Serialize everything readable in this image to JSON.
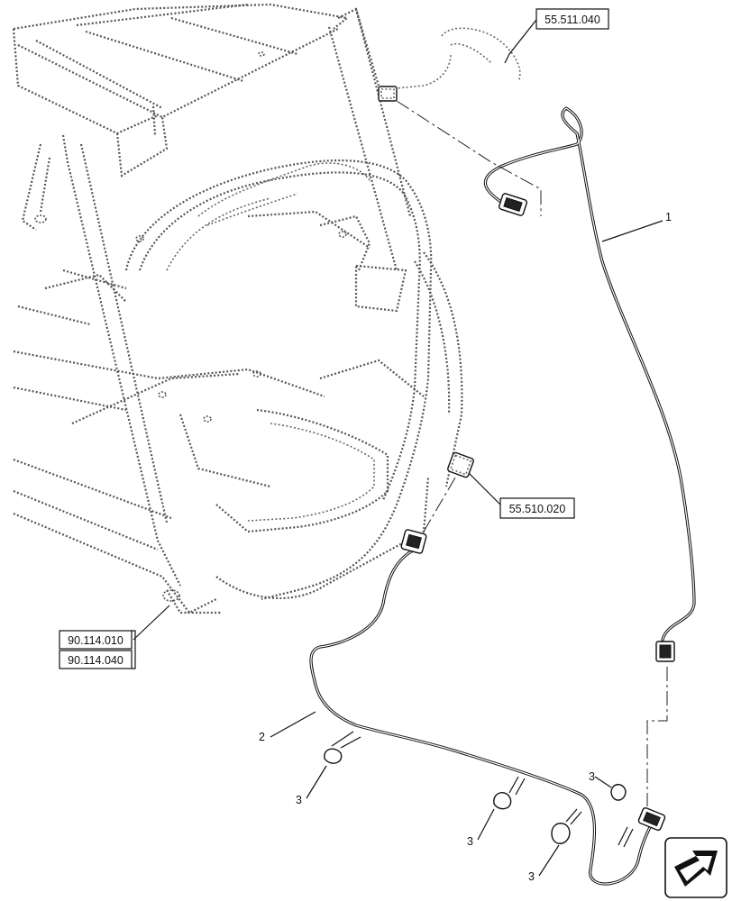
{
  "callouts": {
    "item1": "1",
    "item2": "2",
    "item3_a": "3",
    "item3_b": "3",
    "item3_c": "3",
    "item3_d": "3"
  },
  "references": {
    "ref_top": "55.511.040",
    "ref_mid": "55.510.020",
    "ref_left_a": "90.114.010",
    "ref_left_b": "90.114.040"
  },
  "nav_icon": "next-page-arrow-icon"
}
